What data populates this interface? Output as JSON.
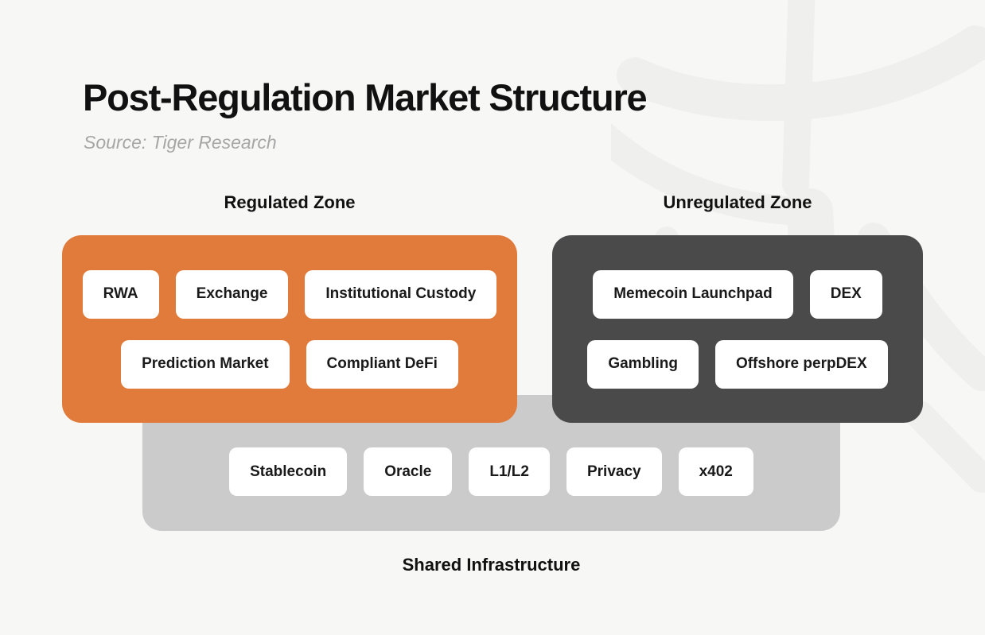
{
  "page": {
    "title": "Post-Regulation Market Structure",
    "source": "Source: Tiger Research",
    "background_color": "#f7f7f6",
    "watermark": "tiger-research-logo"
  },
  "zones": {
    "regulated": {
      "label": "Regulated Zone",
      "color": "#e07b3c",
      "rows": [
        [
          "RWA",
          "Exchange",
          "Institutional Custody"
        ],
        [
          "Prediction Market",
          "Compliant DeFi"
        ]
      ]
    },
    "unregulated": {
      "label": "Unregulated Zone",
      "color": "#4a4a4a",
      "rows": [
        [
          "Memecoin Launchpad",
          "DEX"
        ],
        [
          "Gambling",
          "Offshore perpDEX"
        ]
      ]
    },
    "shared": {
      "label": "Shared Infrastructure",
      "color": "#cbcbcb",
      "items": [
        "Stablecoin",
        "Oracle",
        "L1/L2",
        "Privacy",
        "x402"
      ]
    }
  }
}
